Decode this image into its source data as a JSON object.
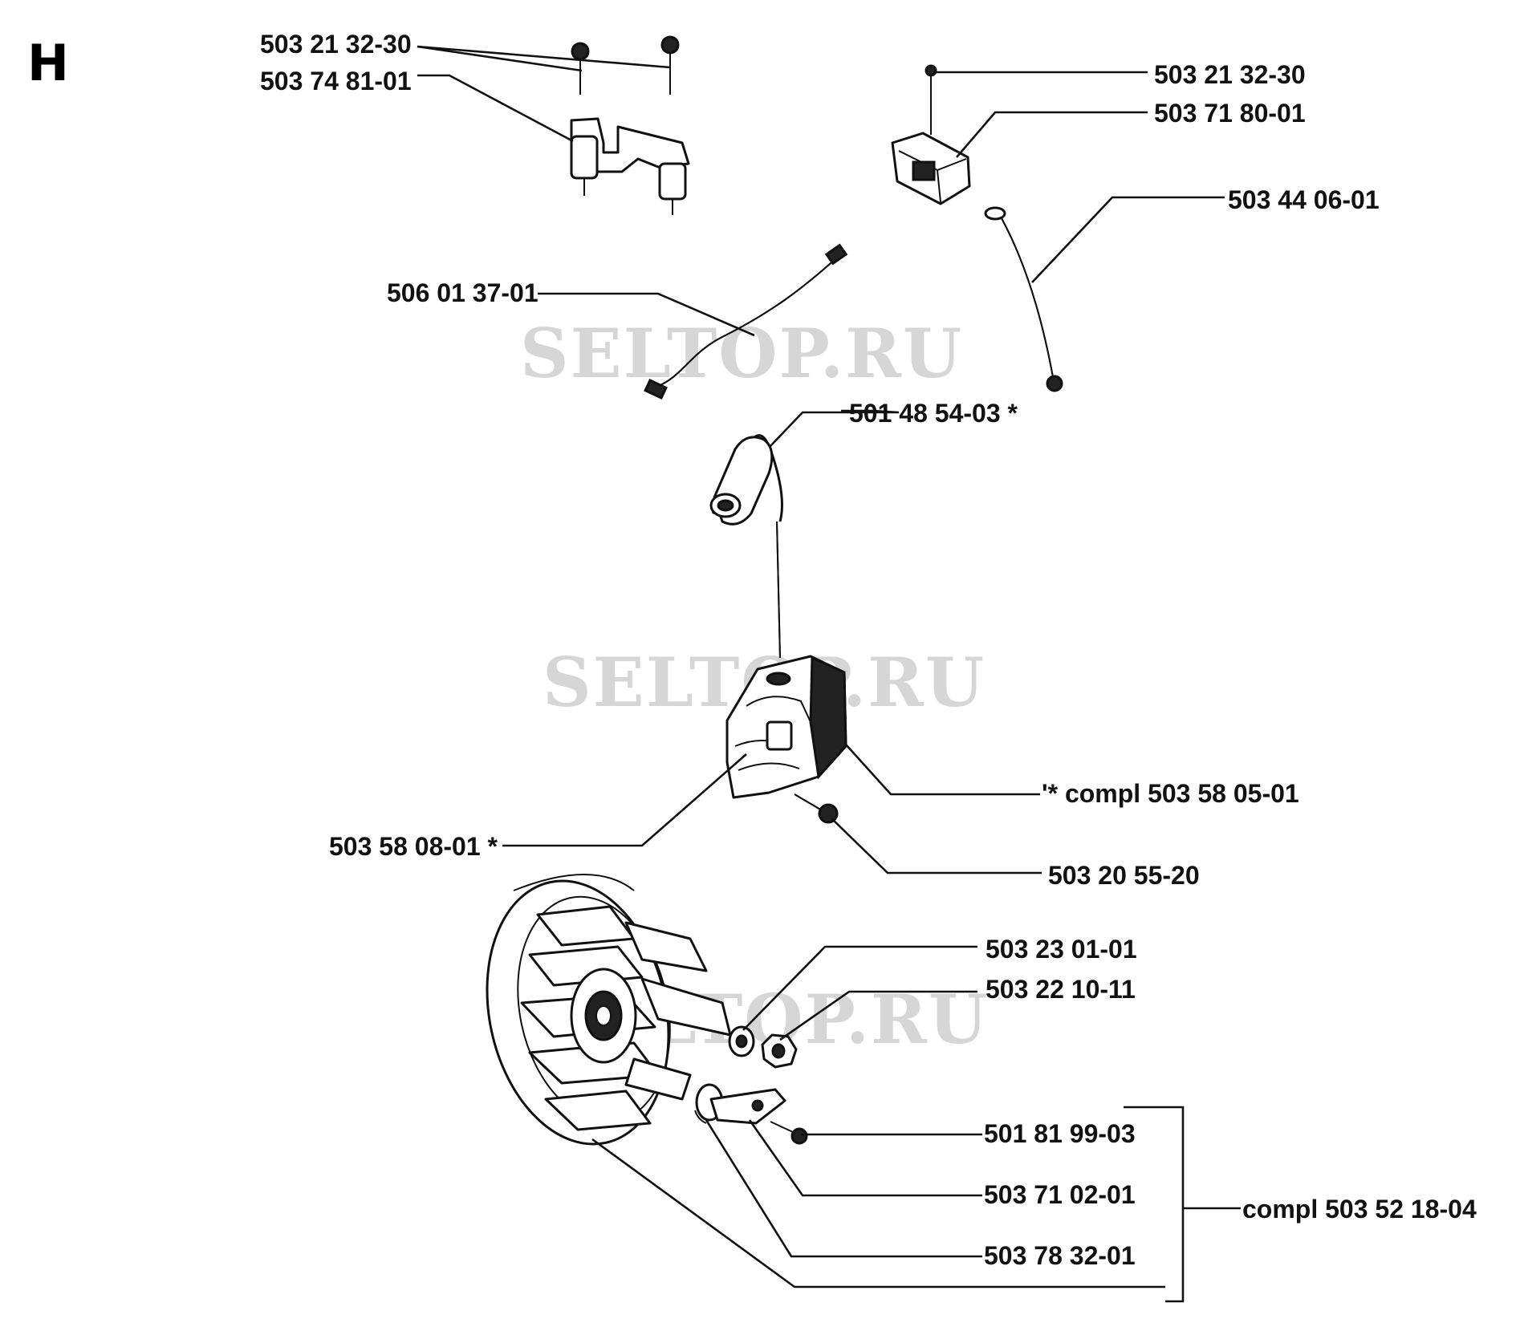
{
  "section_letter": "H",
  "watermark": "SELTOP.RU",
  "parts": {
    "screw_top_left": "503 21 32-30",
    "coil_bracket": "503 74 81-01",
    "screw_top_right": "503 21 32-30",
    "switch_module": "503 71 80-01",
    "short_circuit_cable": "503 44 06-01",
    "ignition_cable": "506 01 37-01",
    "spark_plug_cap": "501 48 54-03  *",
    "ignition_module_compl": "'*  compl 503 58 05-01",
    "coil_part": "503 58 08-01  *",
    "module_screw": "503 20 55-20",
    "washer": "503 23 01-01",
    "nut": "503 22 10-11",
    "pawl_screw": "501 81 99-03",
    "pawl_spring": "503 71 02-01",
    "pawl": "503 78 32-01",
    "flywheel_compl": "compl 503 52 18-04"
  }
}
